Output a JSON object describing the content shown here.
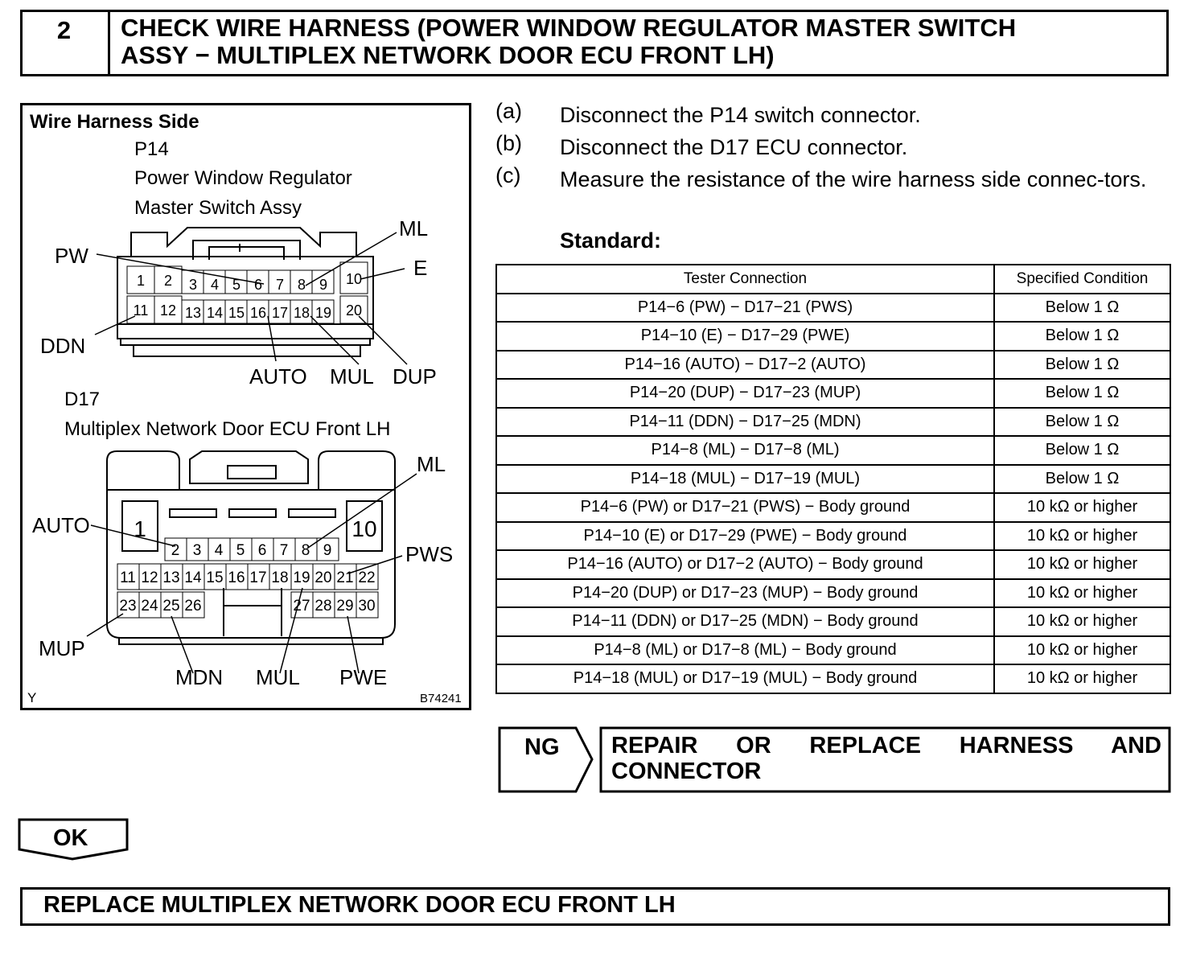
{
  "step": {
    "number": "2",
    "title_line1": "CHECK WIRE HARNESS (POWER WINDOW REGULATOR MASTER SWITCH",
    "title_line2": "ASSY − MULTIPLEX NETWORK DOOR ECU FRONT LH)"
  },
  "diagram": {
    "heading": "Wire Harness Side",
    "p14": {
      "code": "P14",
      "name_line1": "Power Window Regulator",
      "name_line2": "Master Switch Assy",
      "labels": {
        "pw": "PW",
        "ml": "ML",
        "e": "E",
        "ddn": "DDN",
        "auto": "AUTO",
        "mul": "MUL",
        "dup": "DUP"
      },
      "pins_top": [
        "1",
        "2",
        "3",
        "4",
        "5",
        "6",
        "7",
        "8",
        "9",
        "10"
      ],
      "pins_bottom": [
        "11",
        "12",
        "13",
        "14",
        "15",
        "16",
        "17",
        "18",
        "19",
        "20"
      ]
    },
    "d17": {
      "code": "D17",
      "name": "Multiplex Network Door ECU Front LH",
      "labels": {
        "auto": "AUTO",
        "ml": "ML",
        "pws": "PWS",
        "mup": "MUP",
        "mdn": "MDN",
        "mul": "MUL",
        "pwe": "PWE"
      },
      "pin_big_left": "1",
      "pin_big_right": "10",
      "pins_row1": [
        "2",
        "3",
        "4",
        "5",
        "6",
        "7",
        "8",
        "9"
      ],
      "pins_row2": [
        "11",
        "12",
        "13",
        "14",
        "15",
        "16",
        "17",
        "18",
        "19",
        "20",
        "21",
        "22"
      ],
      "pins_row3_left": [
        "23",
        "24",
        "25",
        "26"
      ],
      "pins_row3_right": [
        "27",
        "28",
        "29",
        "30"
      ]
    },
    "corner_left": "Y",
    "figure_id": "B74241"
  },
  "instructions": [
    {
      "label": "(a)",
      "text": "Disconnect the P14 switch connector."
    },
    {
      "label": "(b)",
      "text": "Disconnect the D17 ECU connector."
    },
    {
      "label": "(c)",
      "text": "Measure the resistance of the wire harness side connec-tors."
    }
  ],
  "standard_label": "Standard:",
  "table": {
    "headers": [
      "Tester Connection",
      "Specified Condition"
    ],
    "rows": [
      [
        "P14−6 (PW) − D17−21 (PWS)",
        "Below 1 Ω"
      ],
      [
        "P14−10 (E) − D17−29 (PWE)",
        "Below 1 Ω"
      ],
      [
        "P14−16 (AUTO) − D17−2 (AUTO)",
        "Below 1 Ω"
      ],
      [
        "P14−20 (DUP) − D17−23 (MUP)",
        "Below 1 Ω"
      ],
      [
        "P14−11 (DDN) − D17−25 (MDN)",
        "Below 1 Ω"
      ],
      [
        "P14−8 (ML) − D17−8 (ML)",
        "Below 1 Ω"
      ],
      [
        "P14−18 (MUL) − D17−19 (MUL)",
        "Below 1 Ω"
      ],
      [
        "P14−6 (PW) or D17−21 (PWS) − Body ground",
        "10 kΩ or higher"
      ],
      [
        "P14−10 (E) or D17−29 (PWE) − Body ground",
        "10 kΩ or higher"
      ],
      [
        "P14−16 (AUTO) or D17−2 (AUTO) − Body ground",
        "10 kΩ or higher"
      ],
      [
        "P14−20 (DUP) or D17−23 (MUP) − Body ground",
        "10 kΩ or higher"
      ],
      [
        "P14−11 (DDN) or D17−25 (MDN) − Body ground",
        "10 kΩ or higher"
      ],
      [
        "P14−8 (ML) or D17−8 (ML) − Body ground",
        "10 kΩ or higher"
      ],
      [
        "P14−18 (MUL) or D17−19 (MUL) − Body ground",
        "10 kΩ or higher"
      ]
    ]
  },
  "ng": {
    "label": "NG",
    "action_line1": "REPAIR OR REPLACE HARNESS AND",
    "action_line2": "CONNECTOR"
  },
  "ok": {
    "label": "OK"
  },
  "final": {
    "text": "REPLACE MULTIPLEX NETWORK DOOR ECU FRONT LH"
  }
}
